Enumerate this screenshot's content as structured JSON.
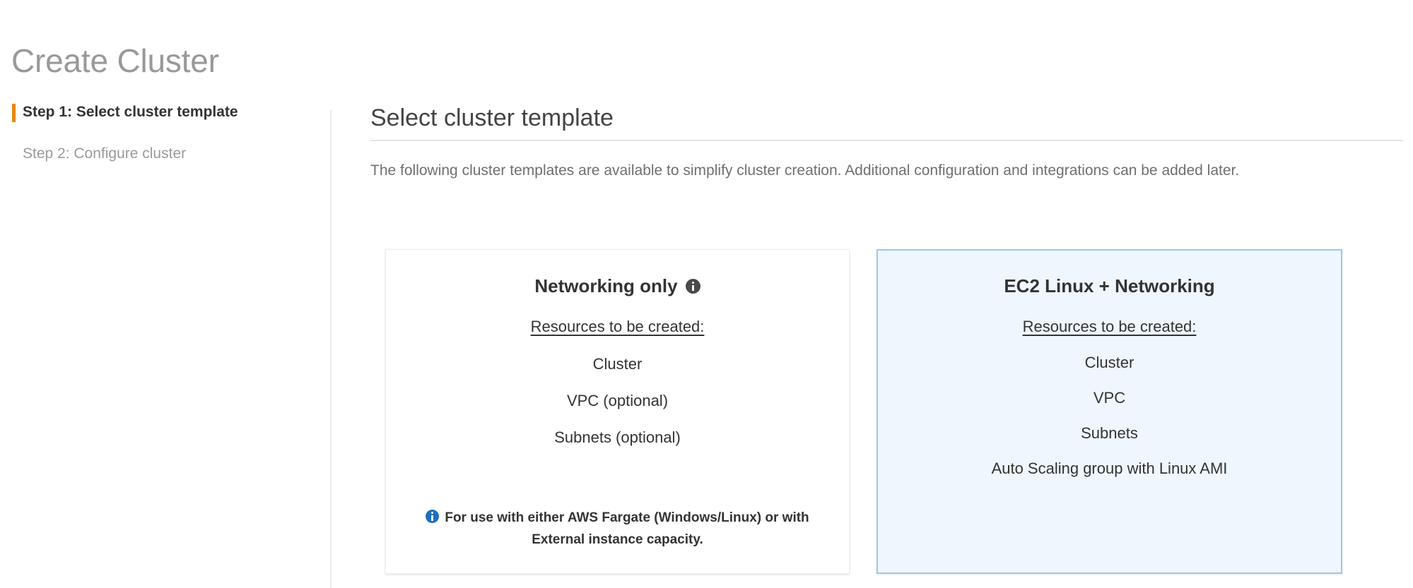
{
  "page": {
    "title": "Create Cluster"
  },
  "sidebar": {
    "steps": [
      {
        "label": "Step 1: Select cluster template",
        "state": "active",
        "accent_color": "#e8870c"
      },
      {
        "label": "Step 2: Configure cluster",
        "state": "inactive"
      }
    ]
  },
  "main": {
    "section_title": "Select cluster template",
    "description": "The following cluster templates are available to simplify cluster creation. Additional configuration and integrations can be added later.",
    "resources_heading": "Resources to be created:",
    "cards": [
      {
        "title": "Networking only",
        "selected": false,
        "has_title_info_icon": true,
        "title_info_icon": "info-circle-icon",
        "resources_heading": "Resources to be created:",
        "resources": [
          "Cluster",
          "VPC (optional)",
          "Subnets (optional)"
        ],
        "footnote": "For use with either AWS Fargate (Windows/Linux) or with External instance capacity.",
        "footnote_icon": "info-circle-blue-icon"
      },
      {
        "title": "EC2 Linux + Networking",
        "selected": true,
        "has_title_info_icon": false,
        "resources_heading": "Resources to be created:",
        "resources": [
          "Cluster",
          "VPC",
          "Subnets",
          "Auto Scaling group with Linux AMI"
        ],
        "footnote": "",
        "selected_border_color": "#a3c6e8",
        "selected_background_color": "#eff6fd"
      }
    ]
  }
}
